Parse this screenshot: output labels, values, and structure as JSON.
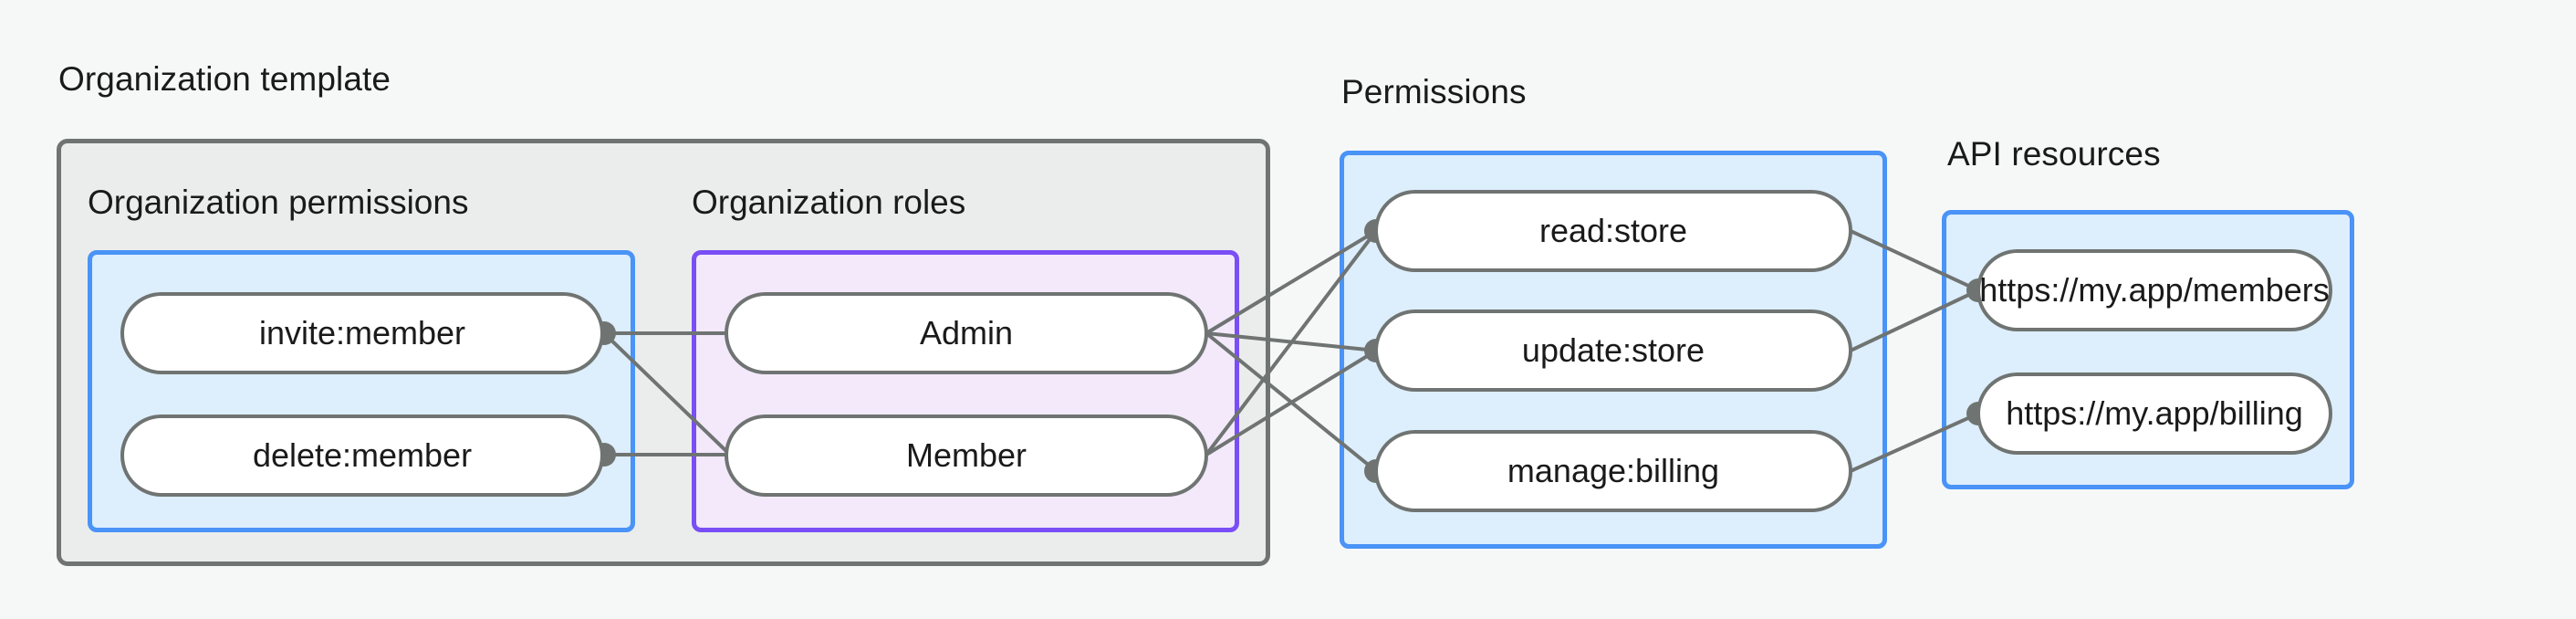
{
  "diagram": {
    "title": "Organization template",
    "background_color": "#f6f8f8",
    "groups": [
      {
        "id": "organization-template",
        "label": "Organization template",
        "border_color": "#6f7472",
        "fill_color": "#ebedec"
      },
      {
        "id": "organization-permissions",
        "label": "Organization permissions",
        "border_color": "#4a93f7",
        "fill_color": "#ddeefc"
      },
      {
        "id": "organization-roles",
        "label": "Organization roles",
        "border_color": "#7a4ef5",
        "fill_color": "#f3e9fb"
      },
      {
        "id": "permissions",
        "label": "Permissions",
        "border_color": "#4a93f7",
        "fill_color": "#ddeefc"
      },
      {
        "id": "api-resources",
        "label": "API resources",
        "border_color": "#4a93f7",
        "fill_color": "#ddeefc"
      }
    ],
    "organization_permissions": {
      "nodes": [
        {
          "id": "invite-member",
          "label": "invite:member"
        },
        {
          "id": "delete-member",
          "label": "delete:member"
        }
      ]
    },
    "organization_roles": {
      "nodes": [
        {
          "id": "admin",
          "label": "Admin"
        },
        {
          "id": "member",
          "label": "Member"
        }
      ]
    },
    "permissions": {
      "nodes": [
        {
          "id": "read-store",
          "label": "read:store"
        },
        {
          "id": "update-store",
          "label": "update:store"
        },
        {
          "id": "manage-billing",
          "label": "manage:billing"
        }
      ]
    },
    "api_resources": {
      "nodes": [
        {
          "id": "my-app-members",
          "label": "https://my.app/members"
        },
        {
          "id": "my-app-billing",
          "label": "https://my.app/billing"
        }
      ]
    },
    "edges": [
      {
        "from": "invite-member",
        "to": "admin"
      },
      {
        "from": "invite-member",
        "to": "member"
      },
      {
        "from": "delete-member",
        "to": "member"
      },
      {
        "from": "admin",
        "to": "read-store"
      },
      {
        "from": "admin",
        "to": "update-store"
      },
      {
        "from": "admin",
        "to": "manage-billing"
      },
      {
        "from": "member",
        "to": "read-store"
      },
      {
        "from": "member",
        "to": "update-store"
      },
      {
        "from": "read-store",
        "to": "my-app-members"
      },
      {
        "from": "update-store",
        "to": "my-app-members"
      },
      {
        "from": "manage-billing",
        "to": "my-app-billing"
      }
    ]
  }
}
